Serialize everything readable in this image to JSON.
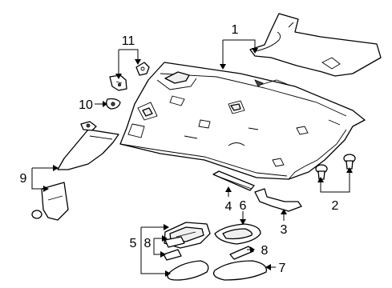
{
  "diagram": {
    "callouts": {
      "c1": "1",
      "c2": "2",
      "c3": "3",
      "c4": "4",
      "c5": "5",
      "c6": "6",
      "c7": "7",
      "c8a": "8",
      "c8b": "8",
      "c9": "9",
      "c10": "10",
      "c11": "11"
    }
  }
}
